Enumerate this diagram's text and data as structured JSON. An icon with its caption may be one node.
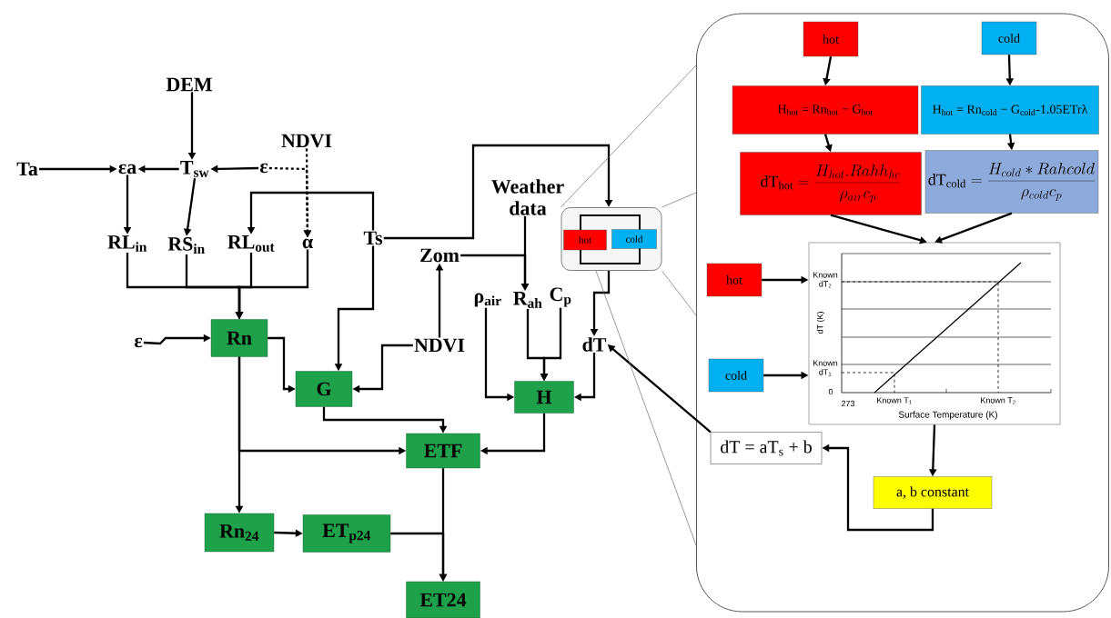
{
  "diagram": {
    "nodes": [
      {
        "text": [
          "DEM"
        ]
      },
      {
        "text": [
          "Ta"
        ]
      },
      {
        "text": [
          "εa"
        ]
      },
      {
        "text": [
          "T$_{sw}$"
        ]
      },
      {
        "text": [
          "ε"
        ]
      },
      {
        "text": [
          "NDVI"
        ]
      },
      {
        "text": [
          "RL$_{in}$"
        ]
      },
      {
        "text": [
          "RS$_{in}$"
        ]
      },
      {
        "text": [
          "RL$_{out}$"
        ]
      },
      {
        "text": [
          "α"
        ]
      },
      {
        "text": [
          "Ts"
        ]
      },
      {
        "text": [
          "ε"
        ]
      },
      {
        "text": [
          "Rn"
        ]
      },
      {
        "text": [
          "NDVI"
        ]
      },
      {
        "text": [
          "G"
        ]
      },
      {
        "text": [
          "Zom"
        ]
      },
      {
        "text": [
          "Weather data"
        ]
      },
      {
        "text": [
          "ρ$_{air}$"
        ]
      },
      {
        "text": [
          "R$_{ah}$"
        ]
      },
      {
        "text": [
          "C$_{p}$"
        ]
      },
      {
        "text": [
          "dT"
        ]
      },
      {
        "text": [
          "H"
        ]
      },
      {
        "text": [
          "ETF"
        ]
      },
      {
        "text": [
          "Rn$_{24}$"
        ]
      },
      {
        "text": [
          "ET$_{p24}$"
        ]
      },
      {
        "text": [
          "ET24"
        ]
      },
      {
        "text": [],
        "shape": "box"
      },
      {
        "text": [
          "hot"
        ],
        "in": 26
      },
      {
        "text": [
          "cold"
        ],
        "in": 26
      },
      {
        "text": [],
        "shape": "box"
      },
      {
        "text": [
          "hot"
        ],
        "in": 29
      },
      {
        "text": [
          "cold"
        ],
        "in": 29
      },
      {
        "text": [
          "H$_{hot}$ = Rn$_{hot}$ − G$_{hot}$"
        ],
        "in": 29
      },
      {
        "text": [
          "H$_{hot}$ = Rn$_{cold}$ − G$_{cold}$-1.05ETrλ"
        ],
        "in": 29
      },
      {
        "text": [
          "\\mathrm{dT}_{\\mathrm{hot}} = \\frac{H_{hot} . Rahh_{hc}}{\\rho_{air} c_p}"
        ],
        "in": 29
      },
      {
        "text": [
          "\\mathrm{dT}_{\\mathrm{cold}} = \\frac{H_{cold} * Rahcold}{\\rho_{cold} c_p}"
        ],
        "in": 29
      },
      {
        "text": [
          "dT (K)",
          "Known dT$_{2}$",
          "Known dT$_{1}$",
          "0",
          "273",
          "Known T$_{1}$",
          "Known T$_{2}$",
          "Surface Temperature (K)"
        ],
        "in": 29
      },
      {
        "text": [
          "hot"
        ],
        "in": 29
      },
      {
        "text": [
          "cold"
        ],
        "in": 29
      },
      {
        "text": [
          "dT = aT$_{s}$ + b"
        ],
        "in": 29
      },
      {
        "text": [
          "a, b constant"
        ],
        "in": 29
      }
    ],
    "edges": [
      {
        "from": 0,
        "to": 3,
        "arrow": "to"
      },
      {
        "from": 1,
        "to": 2,
        "arrow": "to"
      },
      {
        "from": 3,
        "to": 2,
        "arrow": "to"
      },
      {
        "from": 4,
        "to": 3,
        "arrow": "to"
      },
      {
        "from": 4,
        "to": 9,
        "arrow": "to",
        "style": "dashed"
      },
      {
        "from": 5,
        "to": 9,
        "arrow": "to",
        "style": "dashed"
      },
      {
        "from": 10,
        "to": 8,
        "arrow": "to"
      },
      {
        "from": 2,
        "to": 6,
        "arrow": "to"
      },
      {
        "from": 3,
        "to": 7,
        "arrow": "to"
      },
      {
        "from": 6,
        "to": 12,
        "arrow": "to"
      },
      {
        "from": 7,
        "to": 12,
        "arrow": "to"
      },
      {
        "from": 8,
        "to": 12,
        "arrow": "to"
      },
      {
        "from": 9,
        "to": 12,
        "arrow": "to"
      },
      {
        "from": 11,
        "to": 12,
        "arrow": "to"
      },
      {
        "from": 10,
        "to": 14,
        "arrow": "to"
      },
      {
        "from": 10,
        "to": 26,
        "arrow": "to"
      },
      {
        "from": 26,
        "to": 20,
        "arrow": "to"
      },
      {
        "from": 15,
        "to": 18,
        "arrow": "to"
      },
      {
        "from": 16,
        "to": 18,
        "arrow": "to"
      },
      {
        "from": 13,
        "to": 15,
        "arrow": "to"
      },
      {
        "from": 13,
        "to": 14,
        "arrow": "to"
      },
      {
        "from": 12,
        "to": 14,
        "arrow": "to"
      },
      {
        "from": 12,
        "to": 22,
        "arrow": "to"
      },
      {
        "from": 12,
        "to": 23,
        "arrow": "to"
      },
      {
        "from": 14,
        "to": 22,
        "arrow": "to"
      },
      {
        "from": 17,
        "to": 21,
        "arrow": "to"
      },
      {
        "from": 18,
        "to": 21,
        "arrow": "to"
      },
      {
        "from": 19,
        "to": 21,
        "arrow": "to"
      },
      {
        "from": 20,
        "to": 21,
        "arrow": "to"
      },
      {
        "from": 21,
        "to": 22,
        "arrow": "to"
      },
      {
        "from": 23,
        "to": 24,
        "arrow": "to"
      },
      {
        "from": 24,
        "to": 25,
        "arrow": "to"
      },
      {
        "from": 22,
        "to": 25,
        "arrow": "to"
      },
      {
        "from": 39,
        "to": 20,
        "arrow": "to"
      },
      {
        "from": 26,
        "to": 29,
        "arrow": "none",
        "color": "#6e6e6e"
      },
      {
        "from": 26,
        "to": 29,
        "arrow": "none",
        "color": "#6e6e6e"
      },
      {
        "from": 26,
        "to": 29,
        "arrow": "none",
        "color": "#6e6e6e"
      },
      {
        "from": 26,
        "to": 29,
        "arrow": "none",
        "color": "#6e6e6e"
      },
      {
        "from": 30,
        "to": 32,
        "arrow": "to"
      },
      {
        "from": 31,
        "to": 33,
        "arrow": "to"
      },
      {
        "from": 32,
        "to": 34,
        "arrow": "to"
      },
      {
        "from": 33,
        "to": 35,
        "arrow": "to"
      },
      {
        "from": 34,
        "to": 36,
        "arrow": "to"
      },
      {
        "from": 35,
        "to": 36,
        "arrow": "to"
      },
      {
        "from": 37,
        "to": 36,
        "arrow": "to"
      },
      {
        "from": 38,
        "to": 36,
        "arrow": "to"
      },
      {
        "from": 36,
        "to": 40,
        "arrow": "to"
      },
      {
        "from": 40,
        "to": 39,
        "arrow": "to"
      }
    ]
  }
}
